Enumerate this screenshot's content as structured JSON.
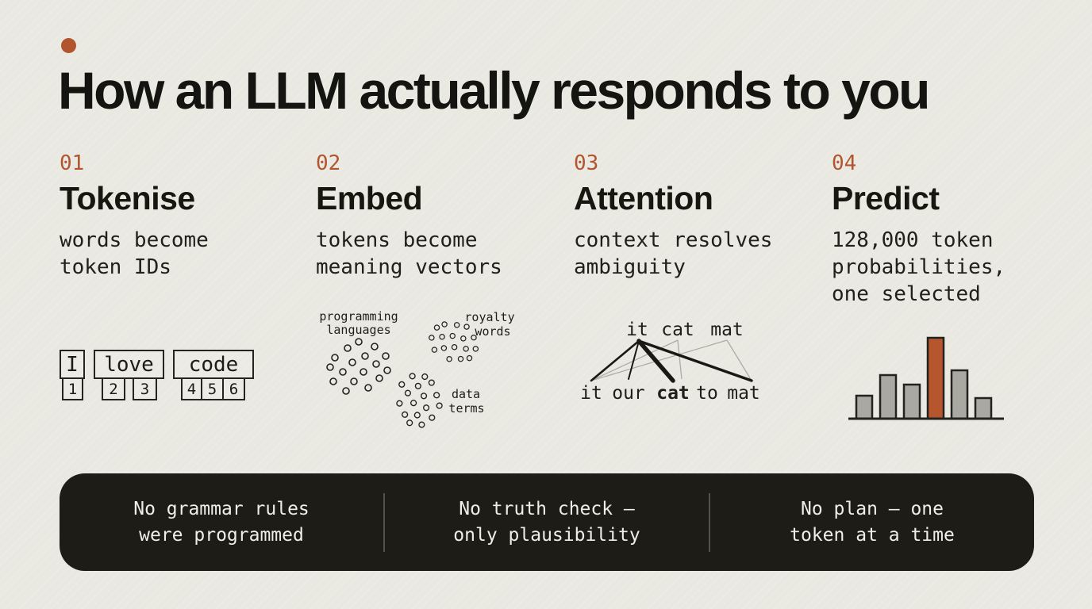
{
  "title": "How an LLM actually responds to you",
  "accent_color": "#b2552e",
  "steps": [
    {
      "number": "01",
      "title": "Tokenise",
      "desc": [
        "words become",
        "token IDs"
      ]
    },
    {
      "number": "02",
      "title": "Embed",
      "desc": [
        "tokens become",
        "meaning vectors"
      ]
    },
    {
      "number": "03",
      "title": "Attention",
      "desc": [
        "context resolves",
        "ambiguity"
      ]
    },
    {
      "number": "04",
      "title": "Predict",
      "desc": [
        "128,000 token",
        "probabilities,",
        "one selected"
      ]
    }
  ],
  "tokenise_diagram": {
    "words": [
      "I",
      "love",
      "code"
    ],
    "ids": [
      "1",
      "2",
      "3",
      "4",
      "5",
      "6"
    ]
  },
  "embed_diagram": {
    "clusters": [
      {
        "line1": "programming",
        "line2": "languages"
      },
      {
        "line1": "royalty",
        "line2": "words"
      },
      {
        "line1": "data",
        "line2": "terms"
      }
    ]
  },
  "attention_diagram": {
    "top": [
      "it",
      "cat",
      "mat"
    ],
    "bottom": [
      "it",
      "our",
      "cat",
      "to",
      "mat"
    ],
    "emphasized_bottom_word": "cat"
  },
  "predict_diagram": {
    "chart_data": {
      "type": "bar",
      "values": [
        29,
        55,
        43,
        102,
        61,
        26
      ],
      "selected_index": 3,
      "bar_color": "#a9a8a1",
      "selected_color": "#b5562e",
      "outline_color": "#23221d"
    }
  },
  "footer": {
    "items": [
      [
        "No grammar rules",
        "were programmed"
      ],
      [
        "No truth check —",
        "only plausibility"
      ],
      [
        "No plan — one",
        "token at a time"
      ]
    ]
  }
}
